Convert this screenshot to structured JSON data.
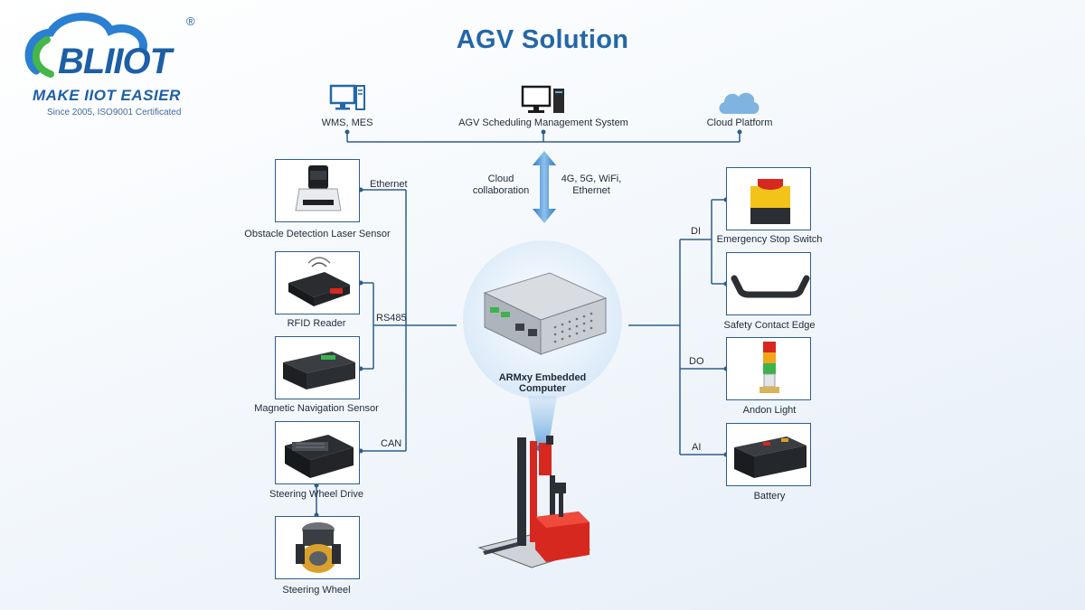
{
  "title": "AGV Solution",
  "logo": {
    "brand": "BLIIOT",
    "tagline": "MAKE IIOT EASIER",
    "since": "Since 2005, ISO9001 Certificated",
    "registered": "®"
  },
  "top_systems": {
    "wms_mes": "WMS, MES",
    "agv_scheduling": "AGV Scheduling Management System",
    "cloud_platform": "Cloud Platform"
  },
  "link": {
    "cloud_collab_line1": "Cloud",
    "cloud_collab_line2": "collaboration",
    "network_line1": "4G, 5G, WiFi,",
    "network_line2": "Ethernet"
  },
  "center": {
    "line1": "ARMxy Embedded",
    "line2": "Computer"
  },
  "left_devices": {
    "laser": "Obstacle Detection Laser Sensor",
    "rfid": "RFID Reader",
    "magnetic": "Magnetic Navigation Sensor",
    "steering_drive": "Steering Wheel Drive",
    "steering_wheel": "Steering Wheel"
  },
  "left_interfaces": {
    "ethernet": "Ethernet",
    "rs485": "RS485",
    "can": "CAN"
  },
  "right_devices": {
    "estop": "Emergency Stop Switch",
    "safety_edge": "Safety Contact Edge",
    "andon": "Andon Light",
    "battery": "Battery"
  },
  "right_interfaces": {
    "di": "DI",
    "do": "DO",
    "ai": "AI"
  },
  "colors": {
    "title": "#2467a8",
    "line": "#2d5d8f",
    "logo_green": "#45b649",
    "logo_blue": "#1d5fa6",
    "forklift_red": "#d6281f"
  }
}
